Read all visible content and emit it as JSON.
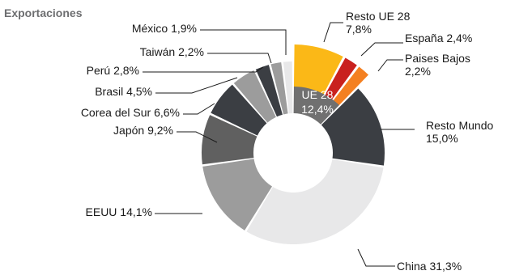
{
  "chart_data": {
    "type": "pie",
    "title": "Exportaciones",
    "slices": [
      {
        "label": "Resto UE 28",
        "value": 7.8,
        "value_label": "7,8%",
        "color": "#fbb817",
        "group": "UE 28"
      },
      {
        "label": "España",
        "value": 2.4,
        "value_label": "2,4%",
        "color": "#c9211e",
        "group": "UE 28"
      },
      {
        "label": "Paises Bajos",
        "value": 2.2,
        "value_label": "2,2%",
        "color": "#f48021",
        "group": "UE 28"
      },
      {
        "label": "Resto Mundo",
        "value": 15.0,
        "value_label": "15,0%",
        "color": "#3b3e43"
      },
      {
        "label": "China",
        "value": 31.3,
        "value_label": "31,3%",
        "color": "#e8e8e9"
      },
      {
        "label": "EEUU",
        "value": 14.1,
        "value_label": "14,1%",
        "color": "#9c9c9c"
      },
      {
        "label": "Japón",
        "value": 9.2,
        "value_label": "9,2%",
        "color": "#606060"
      },
      {
        "label": "Corea del Sur",
        "value": 6.6,
        "value_label": "6,6%",
        "color": "#3b3e43"
      },
      {
        "label": "Brasil",
        "value": 4.5,
        "value_label": "4,5%",
        "color": "#9c9c9c"
      },
      {
        "label": "Perú",
        "value": 2.8,
        "value_label": "2,8%",
        "color": "#3b3e43"
      },
      {
        "label": "Taiwán",
        "value": 2.2,
        "value_label": "2,2%",
        "color": "#9c9c9c"
      },
      {
        "label": "México",
        "value": 1.9,
        "value_label": "1,9%",
        "color": "#e8e8e9"
      }
    ],
    "inner_ring": {
      "label": "UE 28",
      "value_label": "12,4%",
      "color": "#707070"
    }
  }
}
